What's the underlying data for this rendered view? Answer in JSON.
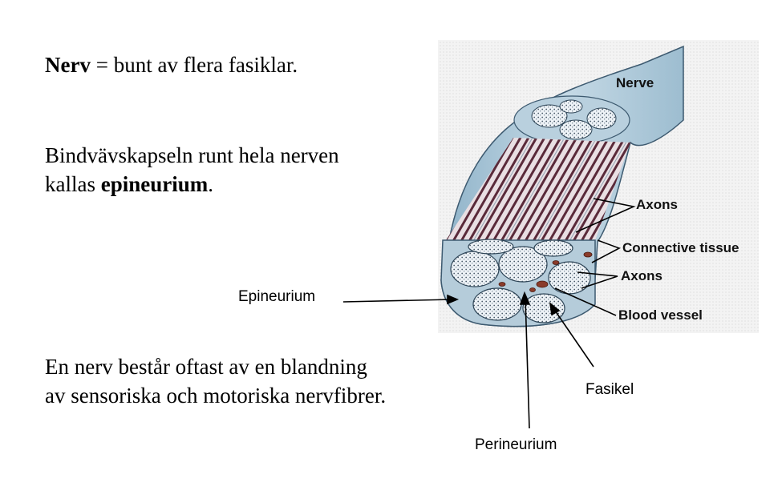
{
  "slide": {
    "line1": {
      "bold": "Nerv",
      "rest": " = bunt av flera fasiklar."
    },
    "line2": "Bindvävskapseln runt hela nerven",
    "line3": {
      "pre": "kallas ",
      "bold": "epineurium",
      "post": "."
    },
    "line4": "En nerv består oftast av en blandning",
    "line5": "av sensoriska och motoriska nervfibrer."
  },
  "figure": {
    "nerve_label": "Nerve",
    "axons_label_top": "Axons",
    "connective_label": "Connective tissue",
    "axons_label_mid": "Axons",
    "blood_vessel_label": "Blood  vessel"
  },
  "annotations": {
    "epineurium": "Epineurium",
    "fasikel": "Fasikel",
    "perineurium": "Perineurium"
  }
}
